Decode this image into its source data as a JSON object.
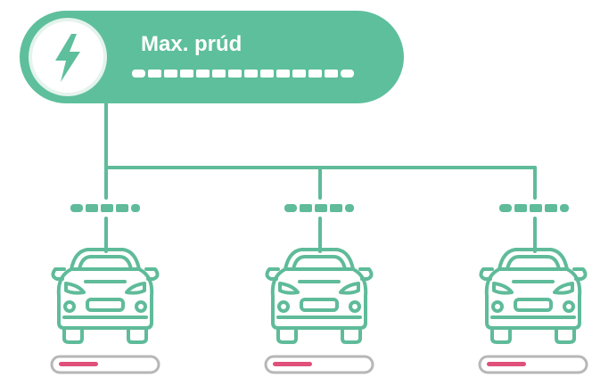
{
  "header": {
    "title": "Max. prúd",
    "icon": "lightning-bolt-icon"
  },
  "colors": {
    "accent": "#5ebf9c",
    "stroke": "#5fbb9a",
    "card_text": "#ffffff",
    "bar_fill": "#e0507a",
    "bar_outline": "#b7b7b7"
  },
  "cars": [
    {
      "name": "car-1",
      "charge_level": 0.42
    },
    {
      "name": "car-2",
      "charge_level": 0.42
    },
    {
      "name": "car-3",
      "charge_level": 0.42
    }
  ]
}
